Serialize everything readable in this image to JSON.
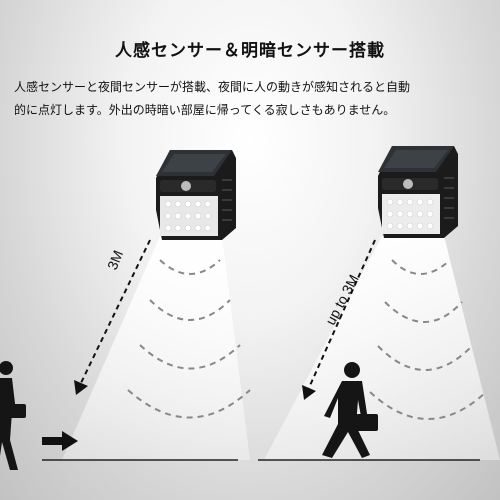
{
  "title": "人感センサー＆明暗センサー搭載",
  "description": {
    "line1": "人感センサーと夜間センサーが搭載、夜間に人の動きが感知されると自動",
    "line2": "的に点灯します。外出の時暗い部屋に帰ってくる寂しさもありません。"
  },
  "left_panel": {
    "distance_label": "3M"
  },
  "right_panel": {
    "distance_label": "up to 3M"
  },
  "colors": {
    "light_beam": "#f2f2f2",
    "lamp_body": "#1b1b1b",
    "arrow": "#111111"
  }
}
